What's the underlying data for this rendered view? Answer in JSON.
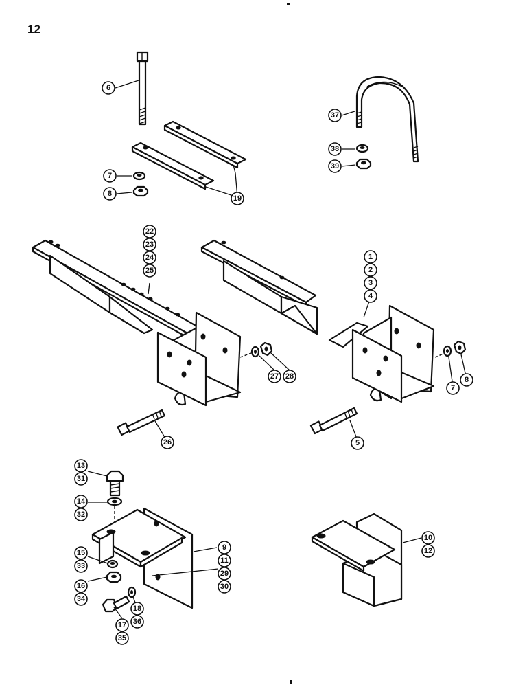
{
  "page_number": "12",
  "callouts": {
    "c6": "6",
    "c7a": "7",
    "c8a": "8",
    "c19": "19",
    "c37": "37",
    "c38": "38",
    "c39": "39",
    "c22": "22",
    "c23": "23",
    "c24": "24",
    "c25": "25",
    "c1": "1",
    "c2": "2",
    "c3": "3",
    "c4": "4",
    "c27": "27",
    "c28": "28",
    "c26": "26",
    "c7b": "7",
    "c8b": "8",
    "c5": "5",
    "c13": "13",
    "c31": "31",
    "c14": "14",
    "c32": "32",
    "c15": "15",
    "c33": "33",
    "c16": "16",
    "c34": "34",
    "c17": "17",
    "c35": "35",
    "c18": "18",
    "c36": "36",
    "c9": "9",
    "c11": "11",
    "c29": "29",
    "c30": "30",
    "c10": "10",
    "c12": "12"
  }
}
